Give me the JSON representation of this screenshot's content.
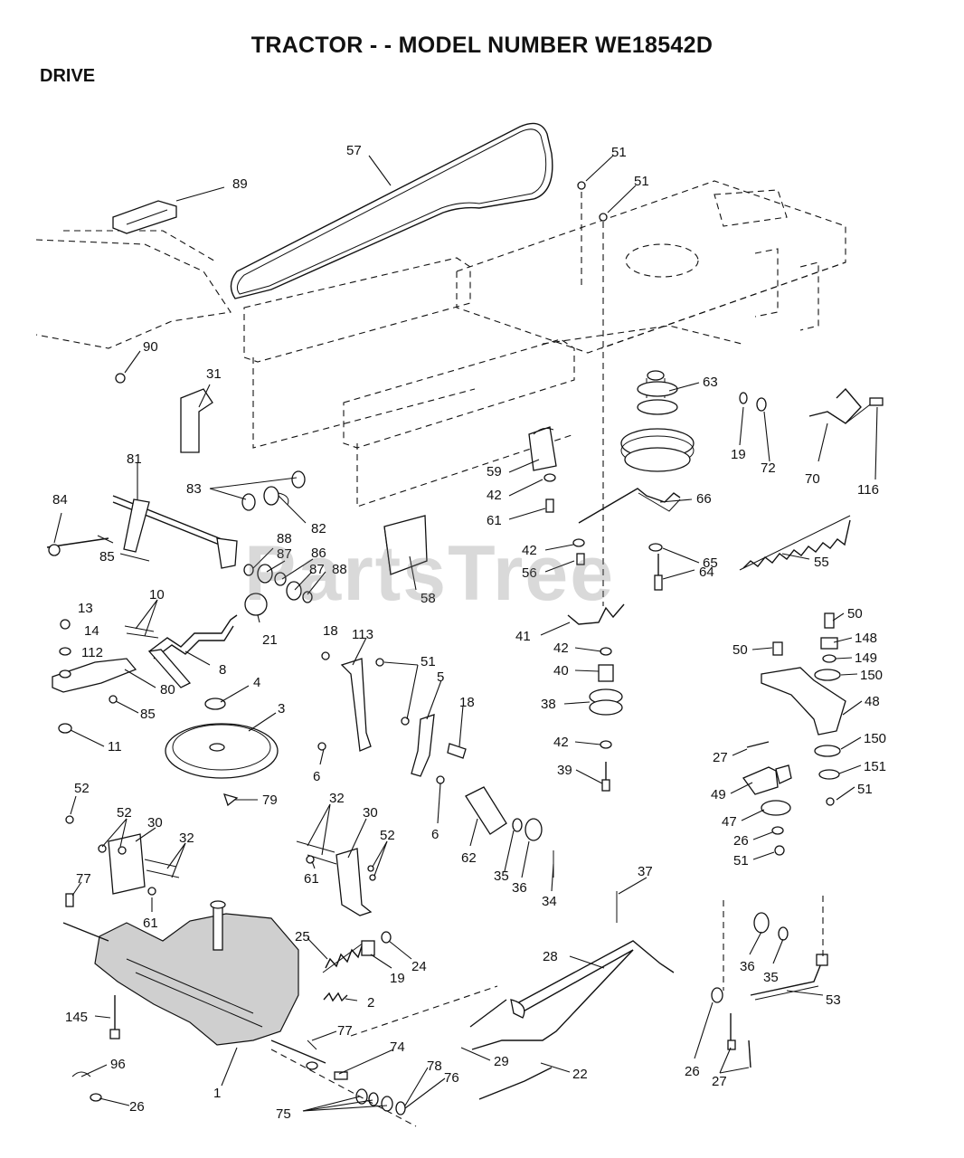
{
  "header": {
    "title": "TRACTOR - - MODEL NUMBER WE18542D",
    "section": "DRIVE"
  },
  "watermark": "PartsTree",
  "callouts": [
    {
      "id": "57",
      "label": "57"
    },
    {
      "id": "89",
      "label": "89"
    },
    {
      "id": "90",
      "label": "90"
    },
    {
      "id": "31",
      "label": "31"
    },
    {
      "id": "51a",
      "label": "51"
    },
    {
      "id": "51b",
      "label": "51"
    },
    {
      "id": "63",
      "label": "63"
    },
    {
      "id": "19a",
      "label": "19"
    },
    {
      "id": "72",
      "label": "72"
    },
    {
      "id": "70",
      "label": "70"
    },
    {
      "id": "116",
      "label": "116"
    },
    {
      "id": "59",
      "label": "59"
    },
    {
      "id": "42a",
      "label": "42"
    },
    {
      "id": "61a",
      "label": "61"
    },
    {
      "id": "66",
      "label": "66"
    },
    {
      "id": "81",
      "label": "81"
    },
    {
      "id": "83",
      "label": "83"
    },
    {
      "id": "82",
      "label": "82"
    },
    {
      "id": "84",
      "label": "84"
    },
    {
      "id": "88a",
      "label": "88"
    },
    {
      "id": "87a",
      "label": "87"
    },
    {
      "id": "86",
      "label": "86"
    },
    {
      "id": "87b",
      "label": "87"
    },
    {
      "id": "88b",
      "label": "88"
    },
    {
      "id": "85a",
      "label": "85"
    },
    {
      "id": "58",
      "label": "58"
    },
    {
      "id": "42b",
      "label": "42"
    },
    {
      "id": "56",
      "label": "56"
    },
    {
      "id": "65",
      "label": "65"
    },
    {
      "id": "64",
      "label": "64"
    },
    {
      "id": "55",
      "label": "55"
    },
    {
      "id": "13",
      "label": "13"
    },
    {
      "id": "10",
      "label": "10"
    },
    {
      "id": "14",
      "label": "14"
    },
    {
      "id": "21",
      "label": "21"
    },
    {
      "id": "112",
      "label": "112"
    },
    {
      "id": "8",
      "label": "8"
    },
    {
      "id": "80",
      "label": "80"
    },
    {
      "id": "85b",
      "label": "85"
    },
    {
      "id": "11",
      "label": "11"
    },
    {
      "id": "4",
      "label": "4"
    },
    {
      "id": "3",
      "label": "3"
    },
    {
      "id": "79",
      "label": "79"
    },
    {
      "id": "18a",
      "label": "18"
    },
    {
      "id": "113",
      "label": "113"
    },
    {
      "id": "51c",
      "label": "51"
    },
    {
      "id": "5",
      "label": "5"
    },
    {
      "id": "18b",
      "label": "18"
    },
    {
      "id": "6a",
      "label": "6"
    },
    {
      "id": "6b",
      "label": "6"
    },
    {
      "id": "41",
      "label": "41"
    },
    {
      "id": "42c",
      "label": "42"
    },
    {
      "id": "40",
      "label": "40"
    },
    {
      "id": "38",
      "label": "38"
    },
    {
      "id": "42d",
      "label": "42"
    },
    {
      "id": "39",
      "label": "39"
    },
    {
      "id": "50a",
      "label": "50"
    },
    {
      "id": "50b",
      "label": "50"
    },
    {
      "id": "148",
      "label": "148"
    },
    {
      "id": "149",
      "label": "149"
    },
    {
      "id": "150a",
      "label": "150"
    },
    {
      "id": "48",
      "label": "48"
    },
    {
      "id": "27a",
      "label": "27"
    },
    {
      "id": "150b",
      "label": "150"
    },
    {
      "id": "151",
      "label": "151"
    },
    {
      "id": "49",
      "label": "49"
    },
    {
      "id": "51d",
      "label": "51"
    },
    {
      "id": "47",
      "label": "47"
    },
    {
      "id": "26a",
      "label": "26"
    },
    {
      "id": "51e",
      "label": "51"
    },
    {
      "id": "52a",
      "label": "52"
    },
    {
      "id": "52b",
      "label": "52"
    },
    {
      "id": "30a",
      "label": "30"
    },
    {
      "id": "32a",
      "label": "32"
    },
    {
      "id": "32b",
      "label": "32"
    },
    {
      "id": "30b",
      "label": "30"
    },
    {
      "id": "52c",
      "label": "52"
    },
    {
      "id": "62",
      "label": "62"
    },
    {
      "id": "35a",
      "label": "35"
    },
    {
      "id": "36a",
      "label": "36"
    },
    {
      "id": "34",
      "label": "34"
    },
    {
      "id": "37",
      "label": "37"
    },
    {
      "id": "77a",
      "label": "77"
    },
    {
      "id": "61b",
      "label": "61"
    },
    {
      "id": "61c",
      "label": "61"
    },
    {
      "id": "25",
      "label": "25"
    },
    {
      "id": "24",
      "label": "24"
    },
    {
      "id": "19b",
      "label": "19"
    },
    {
      "id": "28",
      "label": "28"
    },
    {
      "id": "36b",
      "label": "36"
    },
    {
      "id": "35b",
      "label": "35"
    },
    {
      "id": "53",
      "label": "53"
    },
    {
      "id": "2",
      "label": "2"
    },
    {
      "id": "145",
      "label": "145"
    },
    {
      "id": "77b",
      "label": "77"
    },
    {
      "id": "29",
      "label": "29"
    },
    {
      "id": "22",
      "label": "22"
    },
    {
      "id": "26b",
      "label": "26"
    },
    {
      "id": "27b",
      "label": "27"
    },
    {
      "id": "96",
      "label": "96"
    },
    {
      "id": "74",
      "label": "74"
    },
    {
      "id": "78",
      "label": "78"
    },
    {
      "id": "76",
      "label": "76"
    },
    {
      "id": "1",
      "label": "1"
    },
    {
      "id": "26c",
      "label": "26"
    },
    {
      "id": "75",
      "label": "75"
    }
  ]
}
